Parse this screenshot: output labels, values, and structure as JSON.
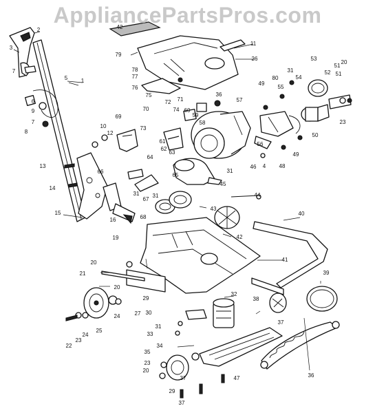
{
  "watermark": "AppliancePartsPros.com",
  "callouts": [
    {
      "text": "1"
    },
    {
      "text": "2"
    },
    {
      "text": "3"
    },
    {
      "text": "5"
    },
    {
      "text": "6"
    },
    {
      "text": "7"
    },
    {
      "text": "8"
    },
    {
      "text": "9"
    },
    {
      "text": "7"
    },
    {
      "text": "10"
    },
    {
      "text": "12"
    },
    {
      "text": "13"
    },
    {
      "text": "14"
    },
    {
      "text": "15"
    },
    {
      "text": "16"
    },
    {
      "text": "19"
    },
    {
      "text": "20"
    },
    {
      "text": "21"
    },
    {
      "text": "22"
    },
    {
      "text": "23"
    },
    {
      "text": "24"
    },
    {
      "text": "25"
    },
    {
      "text": "20"
    },
    {
      "text": "24"
    },
    {
      "text": "27"
    },
    {
      "text": "29"
    },
    {
      "text": "42"
    },
    {
      "text": "79"
    },
    {
      "text": "11"
    },
    {
      "text": "26"
    },
    {
      "text": "78"
    },
    {
      "text": "77"
    },
    {
      "text": "76"
    },
    {
      "text": "75"
    },
    {
      "text": "72"
    },
    {
      "text": "74"
    },
    {
      "text": "73"
    },
    {
      "text": "70"
    },
    {
      "text": "69"
    },
    {
      "text": "71"
    },
    {
      "text": "60"
    },
    {
      "text": "59"
    },
    {
      "text": "58"
    },
    {
      "text": "36"
    },
    {
      "text": "57"
    },
    {
      "text": "61"
    },
    {
      "text": "62"
    },
    {
      "text": "63"
    },
    {
      "text": "64"
    },
    {
      "text": "66"
    },
    {
      "text": "65"
    },
    {
      "text": "31"
    },
    {
      "text": "31"
    },
    {
      "text": "45"
    },
    {
      "text": "44"
    },
    {
      "text": "67"
    },
    {
      "text": "31"
    },
    {
      "text": "68"
    },
    {
      "text": "43"
    },
    {
      "text": "42"
    },
    {
      "text": "41"
    },
    {
      "text": "40"
    },
    {
      "text": "39"
    },
    {
      "text": "38"
    },
    {
      "text": "37"
    },
    {
      "text": "36"
    },
    {
      "text": "32"
    },
    {
      "text": "30"
    },
    {
      "text": "31"
    },
    {
      "text": "33"
    },
    {
      "text": "34"
    },
    {
      "text": "35"
    },
    {
      "text": "23"
    },
    {
      "text": "20"
    },
    {
      "text": "37"
    },
    {
      "text": "29"
    },
    {
      "text": "37"
    },
    {
      "text": "47"
    },
    {
      "text": "49"
    },
    {
      "text": "80"
    },
    {
      "text": "55"
    },
    {
      "text": "31"
    },
    {
      "text": "54"
    },
    {
      "text": "53"
    },
    {
      "text": "52"
    },
    {
      "text": "51"
    },
    {
      "text": "20"
    },
    {
      "text": "51"
    },
    {
      "text": "23"
    },
    {
      "text": "50"
    },
    {
      "text": "48"
    },
    {
      "text": "49"
    },
    {
      "text": "46"
    },
    {
      "text": "4"
    },
    {
      "text": "56"
    }
  ]
}
